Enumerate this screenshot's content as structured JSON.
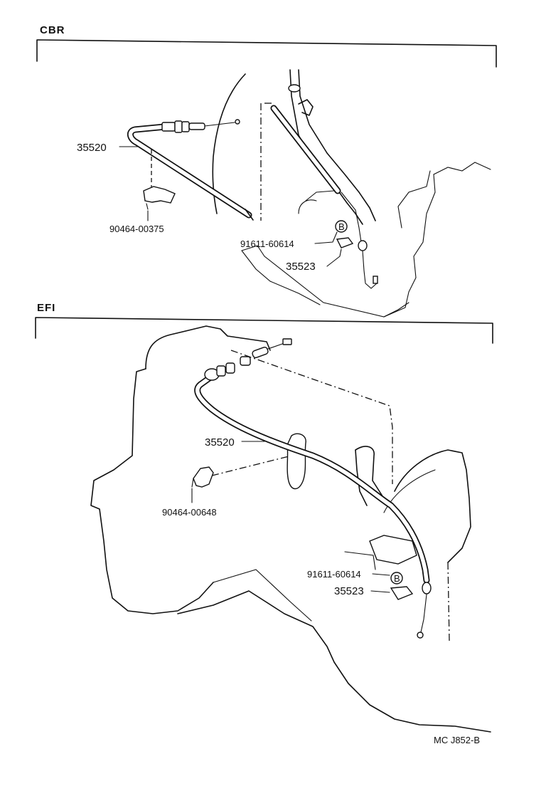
{
  "sections": {
    "cbr": {
      "title": "CBR",
      "parts": {
        "cable": "35520",
        "clamp": "90464-00375",
        "bolt": "91611-60614",
        "bracket": "35523"
      },
      "bolt_marker": "B"
    },
    "efi": {
      "title": "EFI",
      "parts": {
        "cable": "35520",
        "clamp": "90464-00648",
        "bolt": "91611-60614",
        "bracket": "35523"
      },
      "bolt_marker": "B"
    }
  },
  "figure_code": "MC J852-B"
}
